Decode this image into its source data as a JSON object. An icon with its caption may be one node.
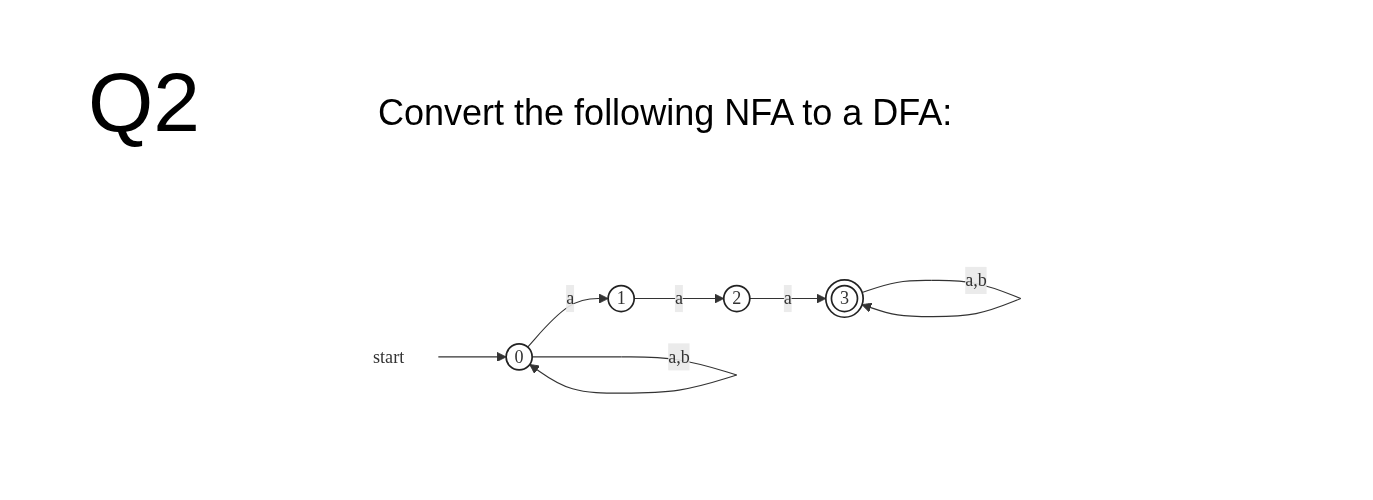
{
  "diagram": {
    "title": "Q2",
    "nodes": [
      {
        "text": [
          "start"
        ]
      },
      {
        "text": [
          "0"
        ]
      },
      {
        "text": [
          "1"
        ]
      },
      {
        "text": [
          "2"
        ]
      },
      {
        "text": [
          "3"
        ]
      }
    ],
    "edges": [
      {
        "from": 0,
        "to": 1,
        "arrow": "to"
      },
      {
        "from": 1,
        "to": 1,
        "label": "a,b",
        "arrow": "to"
      },
      {
        "from": 1,
        "to": 2,
        "label": "a",
        "arrow": "to"
      },
      {
        "from": 2,
        "to": 3,
        "label": "a",
        "arrow": "to"
      },
      {
        "from": 3,
        "to": 4,
        "label": "a",
        "arrow": "to"
      },
      {
        "from": 4,
        "to": 4,
        "label": "a,b",
        "arrow": "to"
      }
    ],
    "labels": [
      "Convert the following NFA to a DFA:"
    ]
  }
}
